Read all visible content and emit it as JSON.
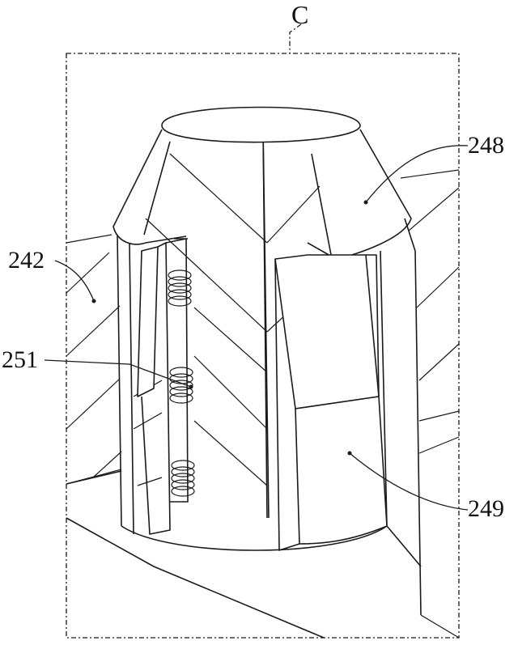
{
  "figure": {
    "detail_label": "C",
    "labels": {
      "cap": "248",
      "housing": "242",
      "springs": "251",
      "block": "249"
    }
  }
}
